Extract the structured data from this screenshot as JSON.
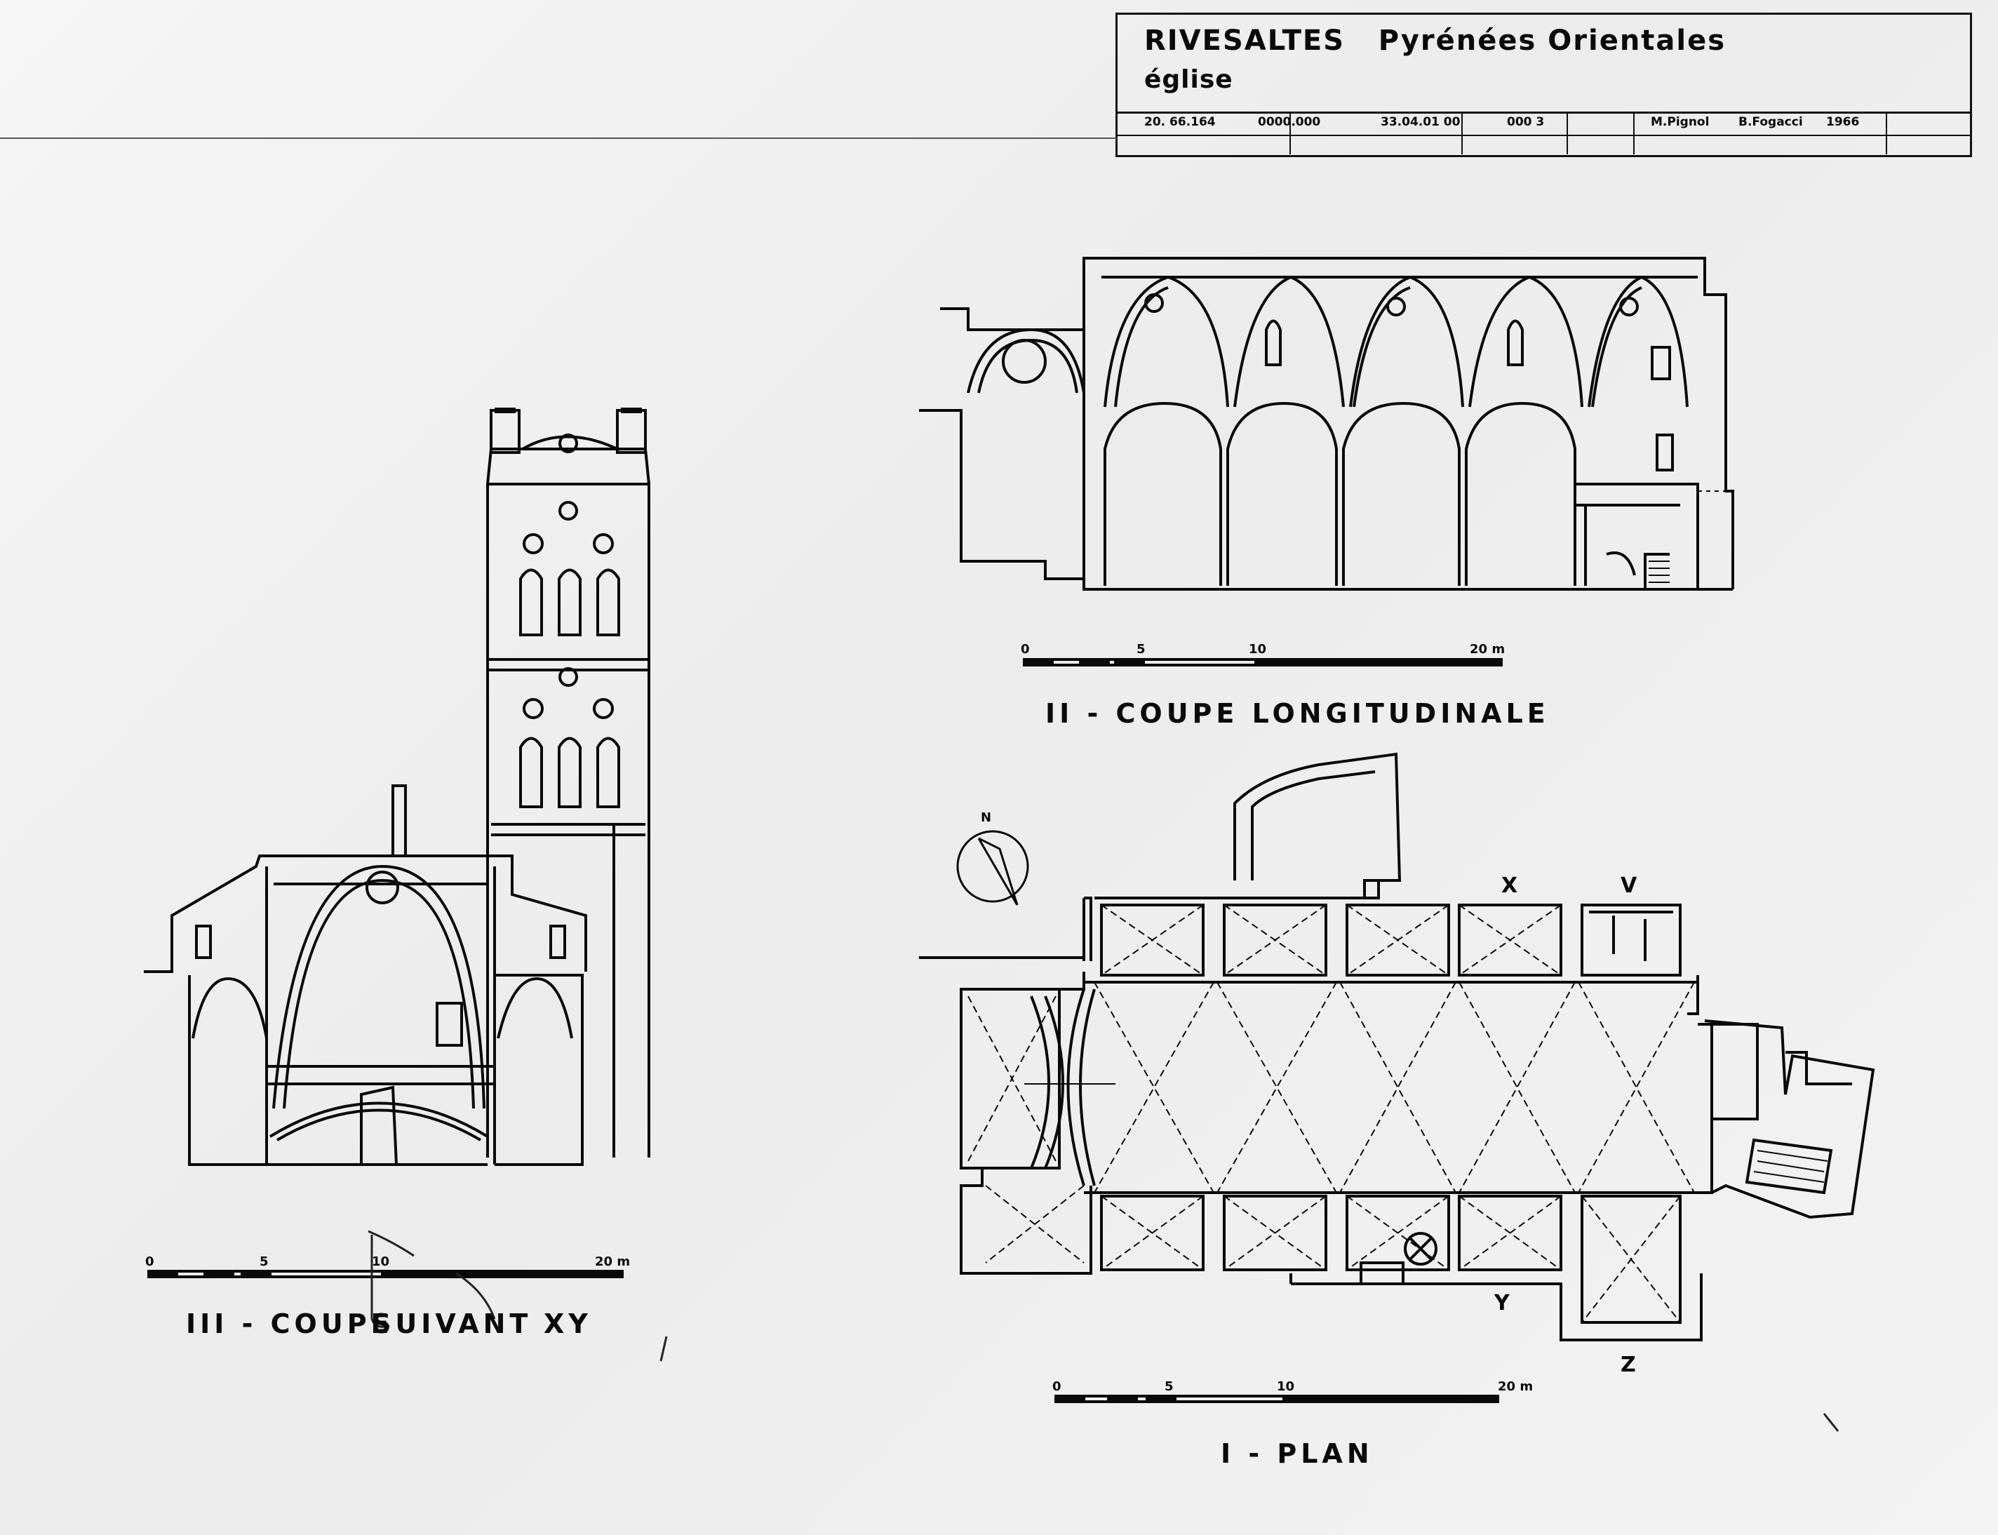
{
  "title_block": {
    "place": "RIVESALTES",
    "region": "Pyrénées  Orientales",
    "building": "église",
    "ref1": "20. 66.164",
    "ref2": "0000.000",
    "ref3": "33.04.01 00",
    "ref4": "000 3",
    "author1": "M.Pignol",
    "author2": "B.Fogacci",
    "year": "1966"
  },
  "views": {
    "longitudinal_label": "II - COUPE  LONGITUDINALE",
    "cross_label_a": "III - COUPE",
    "cross_label_b": "SUIVANT",
    "cross_label_c": "XY",
    "plan_label": "I - PLAN"
  },
  "scales": {
    "longitudinal": [
      "0",
      "5",
      "10",
      "20 m"
    ],
    "cross": [
      "0",
      "5",
      "10",
      "20 m"
    ],
    "plan": [
      "0",
      "5",
      "10",
      "20 m"
    ]
  },
  "plan_markers": {
    "x": "X",
    "v": "V",
    "y": "Y",
    "z": "Z",
    "north": "N"
  }
}
